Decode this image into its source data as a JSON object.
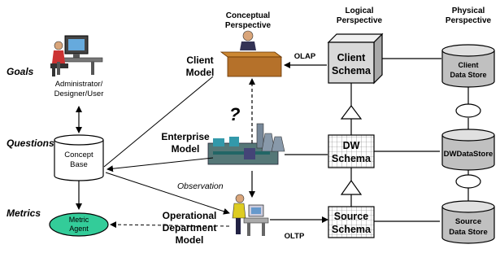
{
  "perspectives": {
    "conceptual": [
      "Conceptual",
      "Perspective"
    ],
    "logical": [
      "Logical",
      "Perspective"
    ],
    "physical": [
      "Physical",
      "Perspective"
    ]
  },
  "levels": {
    "goals": "Goals",
    "questions": "Questions",
    "metrics": "Metrics"
  },
  "actor": [
    "Administrator/",
    "Designer/User"
  ],
  "concept_base": [
    "Concept",
    "Base"
  ],
  "metric_agent": [
    "Metric",
    "Agent"
  ],
  "models": {
    "client": [
      "Client",
      "Model"
    ],
    "enterprise": [
      "Enterprise",
      "Model"
    ],
    "operational": [
      "Operational",
      "Department",
      "Model"
    ]
  },
  "schemas": {
    "client": [
      "Client",
      "Schema"
    ],
    "dw": [
      "DW",
      "Schema"
    ],
    "source": [
      "Source",
      "Schema"
    ]
  },
  "stores": {
    "client": [
      "Client",
      "Data Store"
    ],
    "dw": [
      "DWDataStore"
    ],
    "source": [
      "Source",
      "Data Store"
    ]
  },
  "edge_labels": {
    "olap": "OLAP",
    "oltp": "OLTP",
    "observation": "Observation",
    "question_mark": "?"
  },
  "colors": {
    "schema_fill": "#d9d9d9",
    "store_fill": "#c0c0c0",
    "agent_fill": "#33cc99",
    "line": "#000000"
  }
}
